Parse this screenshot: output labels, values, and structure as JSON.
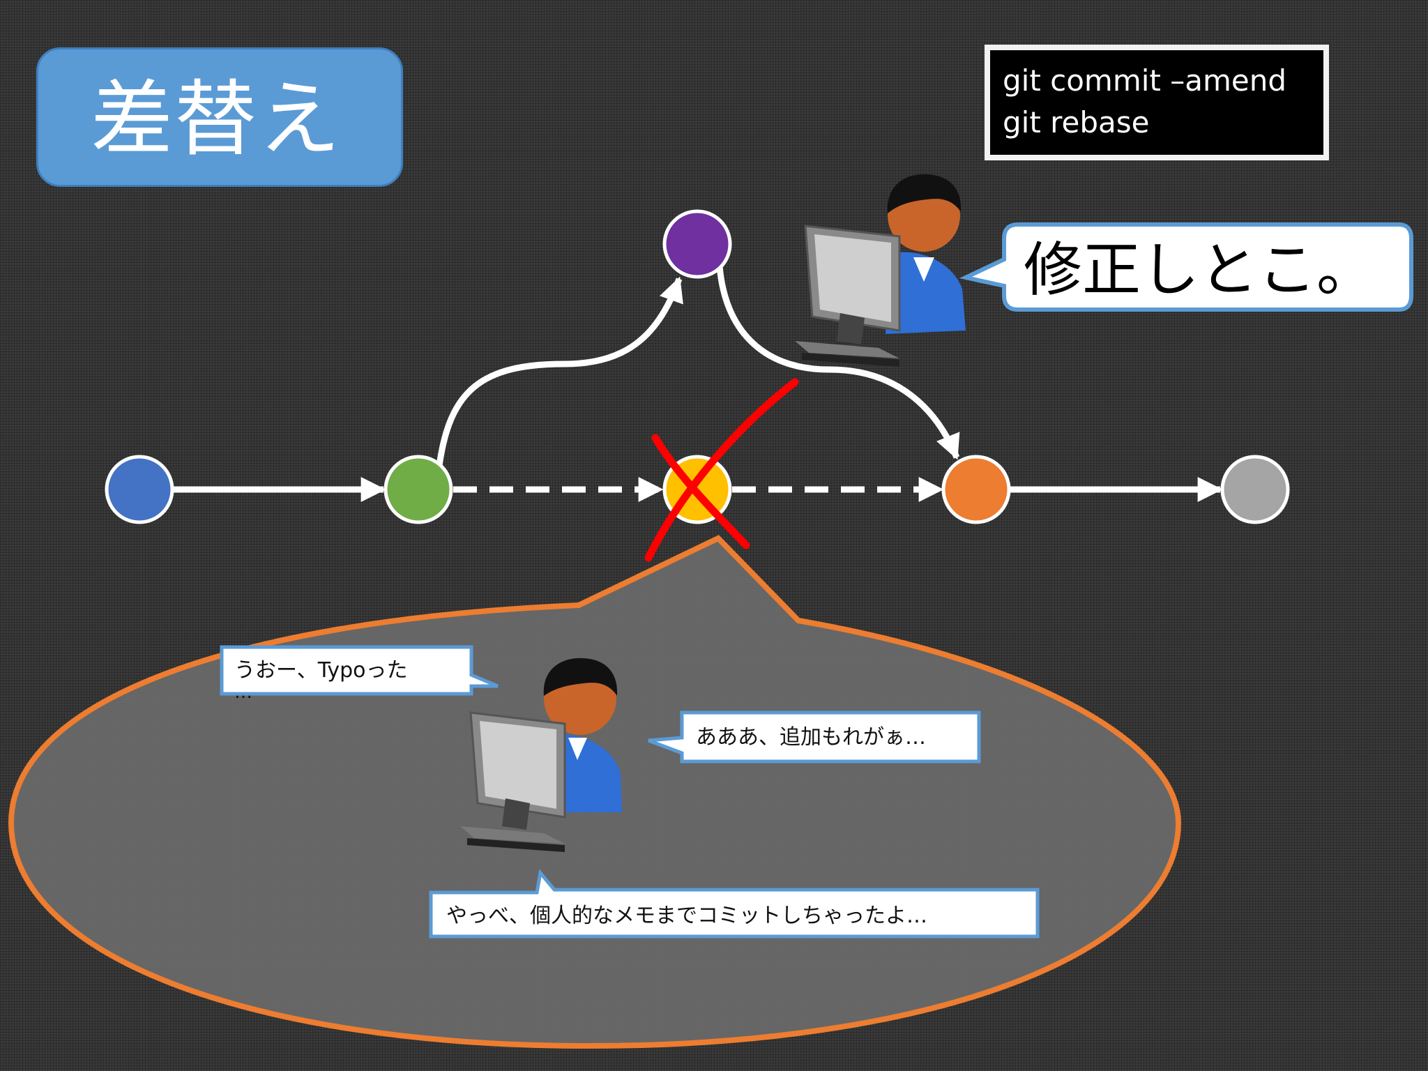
{
  "title": "差替え",
  "commands": [
    "git commit –amend",
    "git rebase"
  ],
  "speech": {
    "main": "修正しとこ。",
    "typo": "うおー、Typoった",
    "typo_cont": "…",
    "forgot": "あああ、追加もれがぁ…",
    "memo": "やっべ、個人的なメモまでコミットしちゃったよ…"
  },
  "colors": {
    "blue": "#4472c4",
    "green": "#70ad47",
    "purple": "#7030a0",
    "yellow": "#ffc000",
    "orange": "#ed7d31",
    "gray": "#a5a5a5",
    "cross": "#ff0000",
    "bubble_border": "#5b9bd5",
    "ellipse_border": "#ed7d31"
  },
  "icons": [
    "person-at-computer-icon",
    "cross-mark-icon"
  ]
}
